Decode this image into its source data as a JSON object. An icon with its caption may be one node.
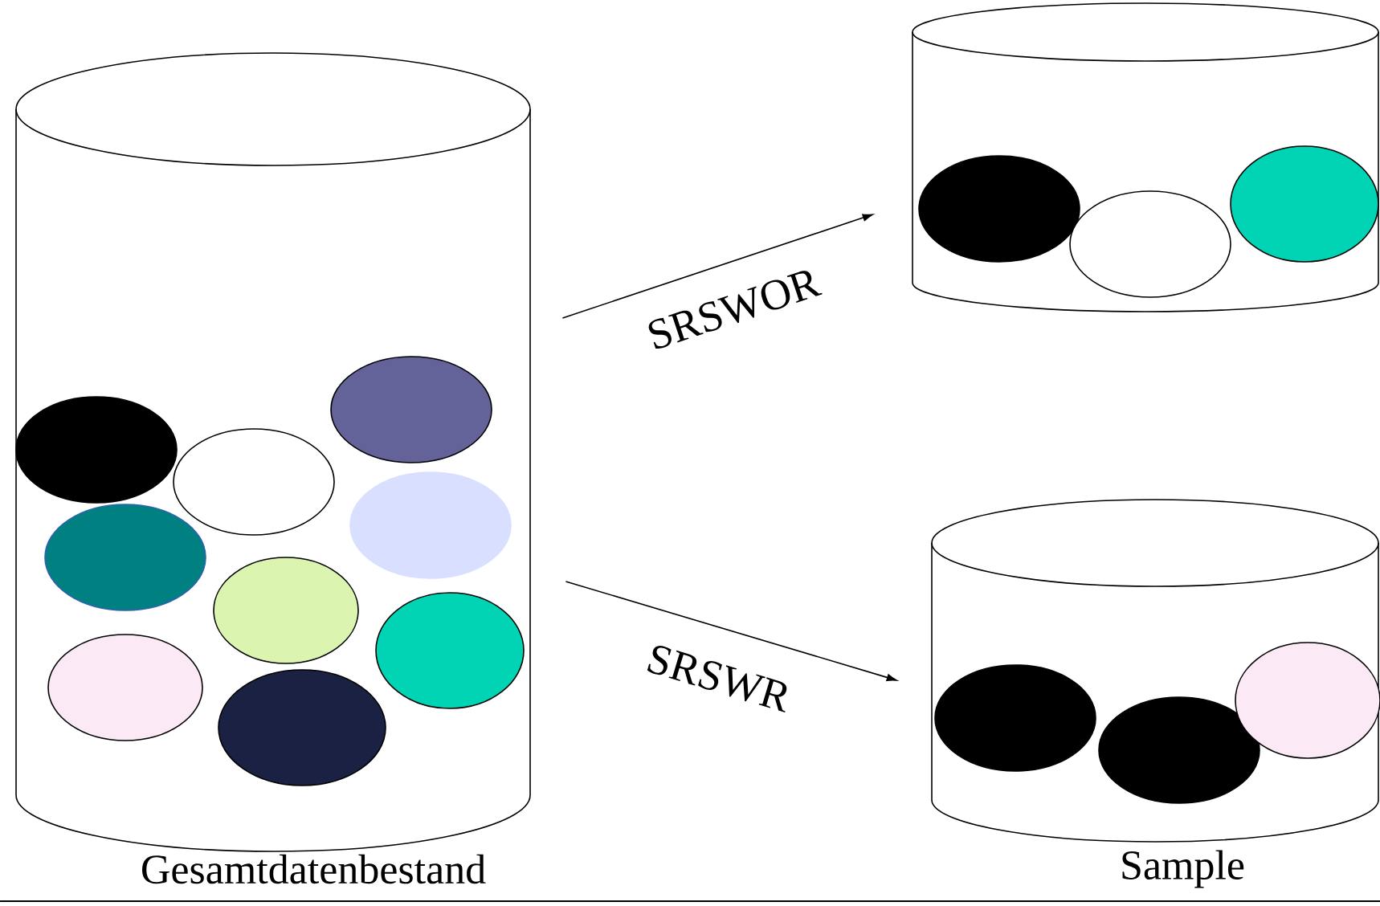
{
  "diagram": {
    "nodes": [
      {
        "text": [
          "Gesamtdatenbestand"
        ]
      },
      {
        "text": [],
        "shape": "cylinder"
      },
      {
        "text": [],
        "shape": "cylinder",
        "beside": [
          "Sample"
        ]
      }
    ],
    "edges": [
      {
        "from": 0,
        "to": 1,
        "arrow": "to",
        "label": "SRSWOR"
      },
      {
        "from": 0,
        "to": 2,
        "arrow": "to",
        "label": "SRSWR"
      }
    ]
  }
}
